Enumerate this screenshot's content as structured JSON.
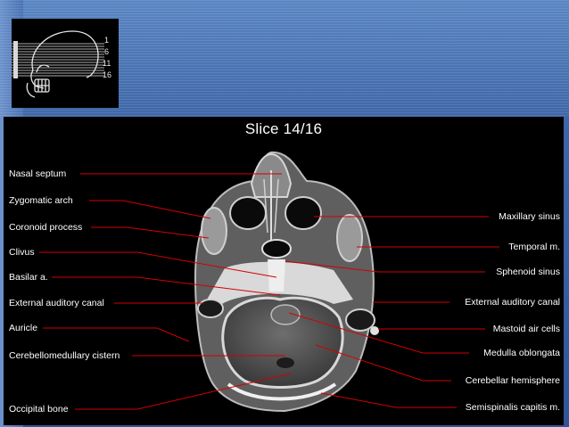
{
  "thumbnail": {
    "slice_markers": [
      "1",
      "6",
      "11",
      "16"
    ]
  },
  "title": "Slice 14/16",
  "left_labels": [
    "Nasal septum",
    "Zygomatic arch",
    "Coronoid process",
    "Clivus",
    "Basilar a.",
    "External auditory canal",
    "Auricle",
    "Cerebellomedullary cistern",
    "Occipital bone"
  ],
  "right_labels": [
    "Maxillary sinus",
    "Temporal m.",
    "Sphenoid sinus",
    "External auditory canal",
    "Mastoid air cells",
    "Medulla oblongata",
    "Cerebellar hemisphere",
    "Semispinalis capitis m."
  ],
  "colors": {
    "leader_line": "#d40000",
    "panel_background": "#000000",
    "slide_background": "#3f67a8"
  }
}
